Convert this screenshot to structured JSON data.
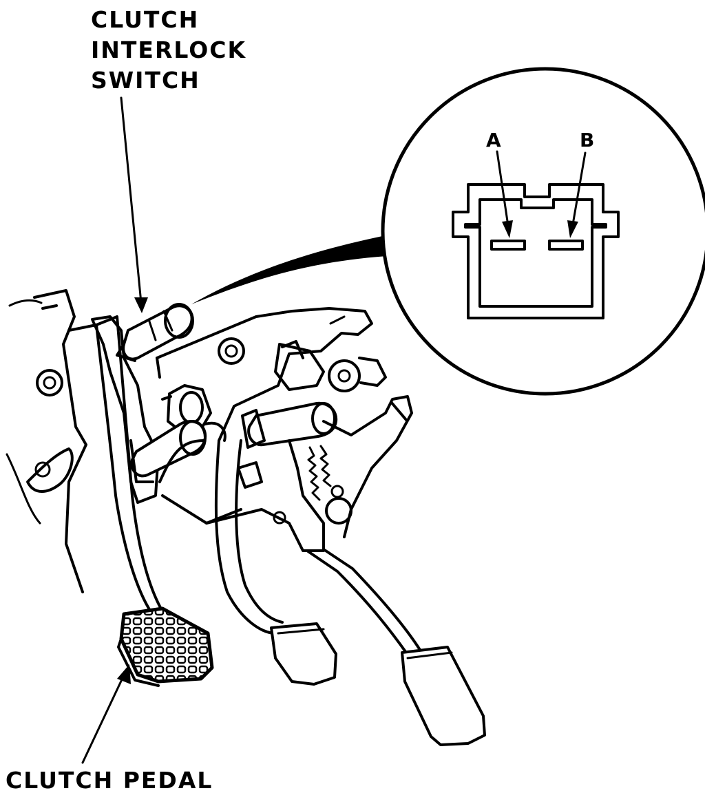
{
  "labels": {
    "switch_line1": "CLUTCH",
    "switch_line2": "INTERLOCK",
    "switch_line3": "SWITCH",
    "pedal": "CLUTCH PEDAL",
    "terminal_a": "A",
    "terminal_b": "B"
  }
}
